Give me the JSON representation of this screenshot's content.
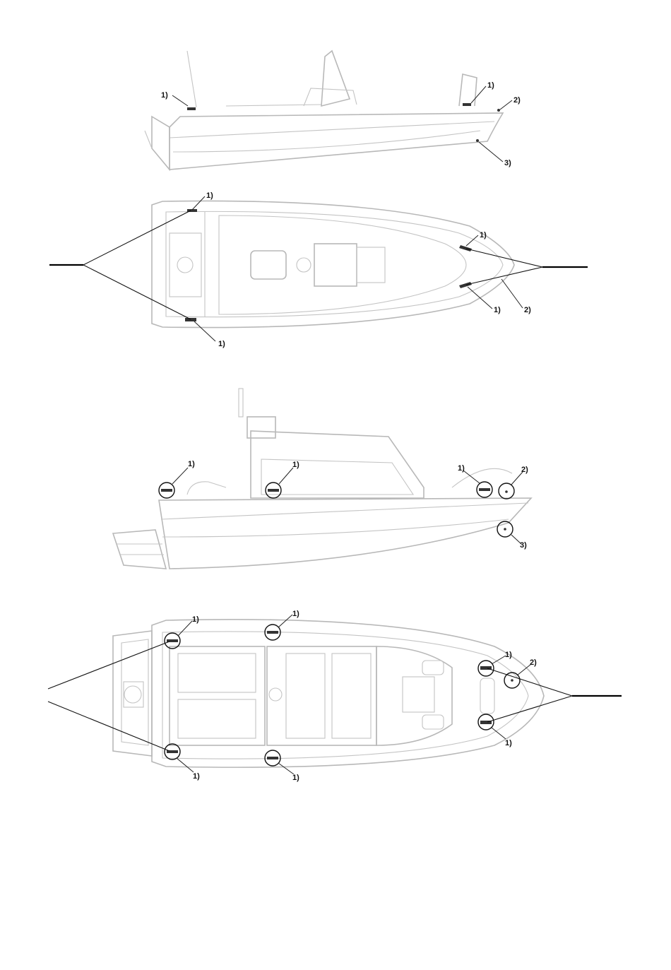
{
  "callouts": {
    "one": "1)",
    "two": "2)",
    "three": "3)",
    "one_short": "1)",
    "two_short": "2)",
    "three_short": "3)"
  },
  "figures": [
    {
      "id": "boat-a-side",
      "view": "side",
      "model": "open console boat"
    },
    {
      "id": "boat-a-top",
      "view": "top",
      "model": "open console boat"
    },
    {
      "id": "boat-b-side",
      "view": "side",
      "model": "cabin boat"
    },
    {
      "id": "boat-b-top",
      "view": "top",
      "model": "cabin boat"
    }
  ],
  "colors": {
    "outline": "#b8b8b8",
    "rope": "#000000",
    "marker": "#111111"
  }
}
